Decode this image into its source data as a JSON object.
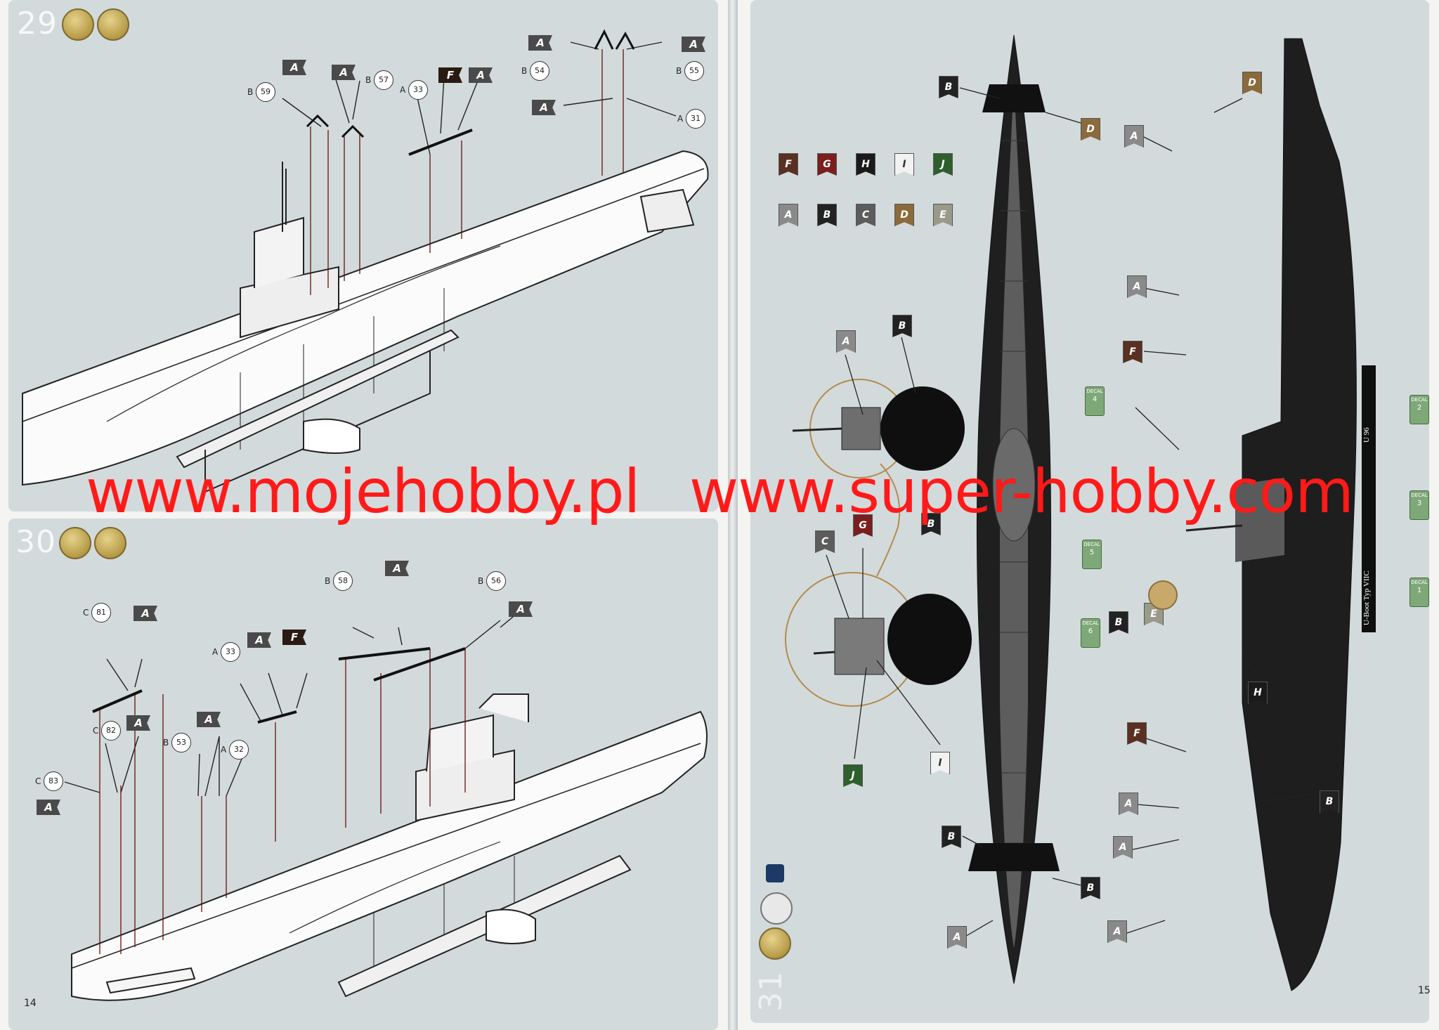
{
  "left_page": {
    "page_number": "14",
    "step29": {
      "number": "29",
      "callouts": [
        {
          "part": "B",
          "num": "59"
        },
        {
          "part": "B",
          "num": "57"
        },
        {
          "part": "A",
          "num": "33"
        },
        {
          "part": "B",
          "num": "54"
        },
        {
          "part": "B",
          "num": "55"
        },
        {
          "part": "A",
          "num": "31"
        }
      ],
      "marks": [
        "A",
        "A",
        "F",
        "A",
        "A",
        "A",
        "A"
      ]
    },
    "step30": {
      "number": "30",
      "callouts": [
        {
          "part": "C",
          "num": "81"
        },
        {
          "part": "B",
          "num": "58"
        },
        {
          "part": "B",
          "num": "56"
        },
        {
          "part": "A",
          "num": "33"
        },
        {
          "part": "C",
          "num": "82"
        },
        {
          "part": "B",
          "num": "53"
        },
        {
          "part": "A",
          "num": "32"
        },
        {
          "part": "C",
          "num": "83"
        }
      ],
      "marks": [
        "A",
        "A",
        "A",
        "A",
        "F",
        "A",
        "A"
      ]
    }
  },
  "right_page": {
    "page_number": "15",
    "step31": {
      "number": "31",
      "paint_swatches_row1": [
        {
          "letter": "F",
          "color": "#5a3022"
        },
        {
          "letter": "G",
          "color": "#7a1e1e"
        },
        {
          "letter": "H",
          "color": "#1a1a1a"
        },
        {
          "letter": "I",
          "color": "#f2f2f2"
        },
        {
          "letter": "J",
          "color": "#2f5f2c"
        }
      ],
      "paint_swatches_row2": [
        {
          "letter": "A",
          "color": "#8a8a8a"
        },
        {
          "letter": "B",
          "color": "#222222"
        },
        {
          "letter": "C",
          "color": "#5c5c5c"
        },
        {
          "letter": "D",
          "color": "#8b6a3b"
        },
        {
          "letter": "E",
          "color": "#9a9a8a"
        }
      ],
      "decals": [
        {
          "label": "DECAL",
          "num": "4"
        },
        {
          "label": "DECAL",
          "num": "5"
        },
        {
          "label": "DECAL",
          "num": "6"
        },
        {
          "label": "DECAL",
          "num": "2"
        },
        {
          "label": "DECAL",
          "num": "3"
        },
        {
          "label": "DECAL",
          "num": "1"
        }
      ],
      "top_view_marks": [
        "B",
        "D",
        "B",
        "B",
        "B",
        "A"
      ],
      "side_view_marks": [
        "A",
        "D",
        "A",
        "F",
        "H",
        "F",
        "A",
        "A",
        "B",
        "A",
        "B",
        "E"
      ],
      "tower_marks": [
        "A",
        "B",
        "C",
        "G",
        "J",
        "I"
      ],
      "stand_text": "U-Boot Typ VIIC",
      "stand_text_2": "U 96"
    }
  },
  "watermark": {
    "text1": "www.mojehobby.pl",
    "text2": "www.super-hobby.com"
  }
}
